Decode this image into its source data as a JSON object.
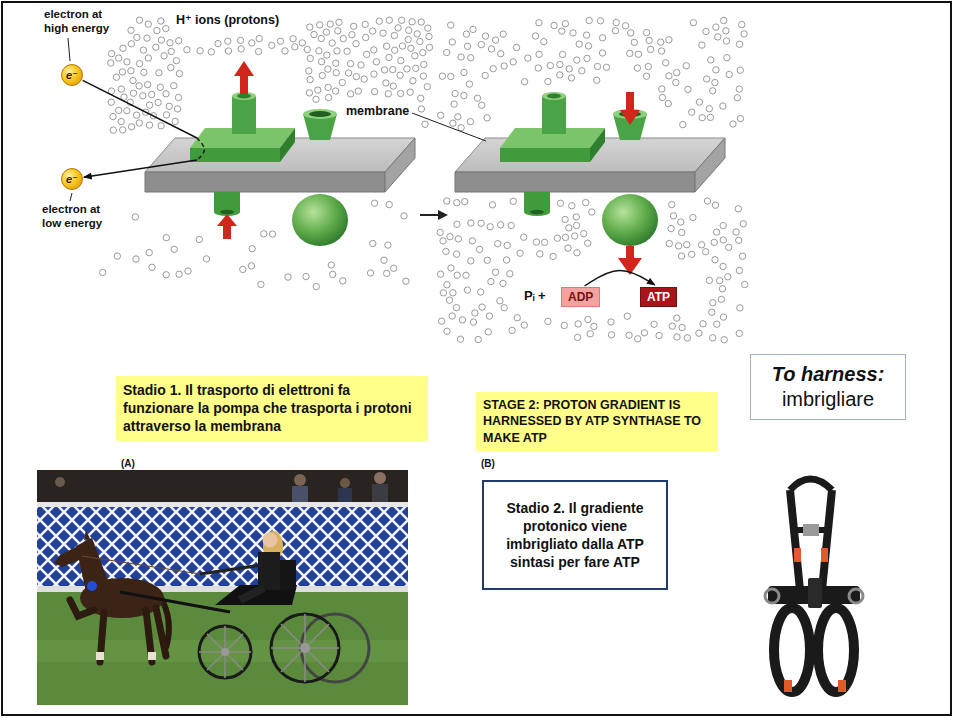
{
  "diagram": {
    "nodes": [
      {
        "text": [
          "e⁻"
        ]
      },
      {
        "text": [
          "e⁻"
        ]
      },
      {
        "text": [
          "ADP"
        ]
      },
      {
        "text": [
          "ATP"
        ]
      },
      {
        "text": [
          "Stadio 1. Il trasporto di elettroni fa funzionare la pompa che trasporta i protoni attraverso la membrana"
        ]
      },
      {
        "text": [
          "STAGE 2: PROTON GRADIENT IS HARNESSED BY ATP SYNTHASE TO MAKE ATP"
        ]
      },
      {
        "text": [
          "To harness:",
          "imbrigliare"
        ]
      },
      {
        "text": [
          "Stadio 2. Il gradiente protonico viene imbrigliato dalla ATP sintasi per fare ATP"
        ]
      }
    ],
    "edges": [
      {
        "from": 0,
        "to": 1,
        "arrow": "to"
      },
      {
        "from": 2,
        "to": 3,
        "arrow": "to"
      }
    ],
    "labels": [
      "electron at high energy",
      "H⁺ ions (protons)",
      "membrane",
      "electron at low energy",
      "Pᵢ +",
      "(A)",
      "(B)"
    ]
  }
}
